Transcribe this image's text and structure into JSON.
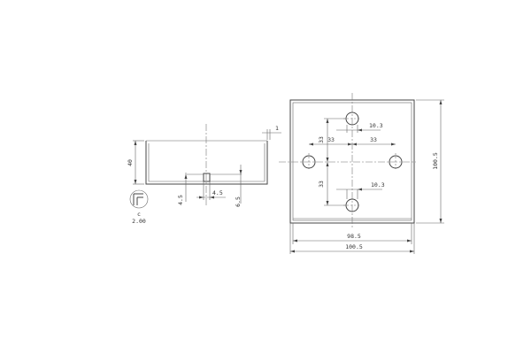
{
  "dimensions": {
    "wall_thickness": "1",
    "height": "40",
    "offset_a": "4.5",
    "offset_b": "4.5",
    "offset_c": "6.5",
    "corner_label": "c",
    "corner_value": "2.00",
    "hole_dx_top": "10.3",
    "hole_dx_bottom": "10.3",
    "pitch_left": "33",
    "pitch_right": "33",
    "pitch_up": "33",
    "pitch_down": "33",
    "overall_height": "100.5",
    "inner_width": "98.5",
    "overall_width": "100.5"
  }
}
